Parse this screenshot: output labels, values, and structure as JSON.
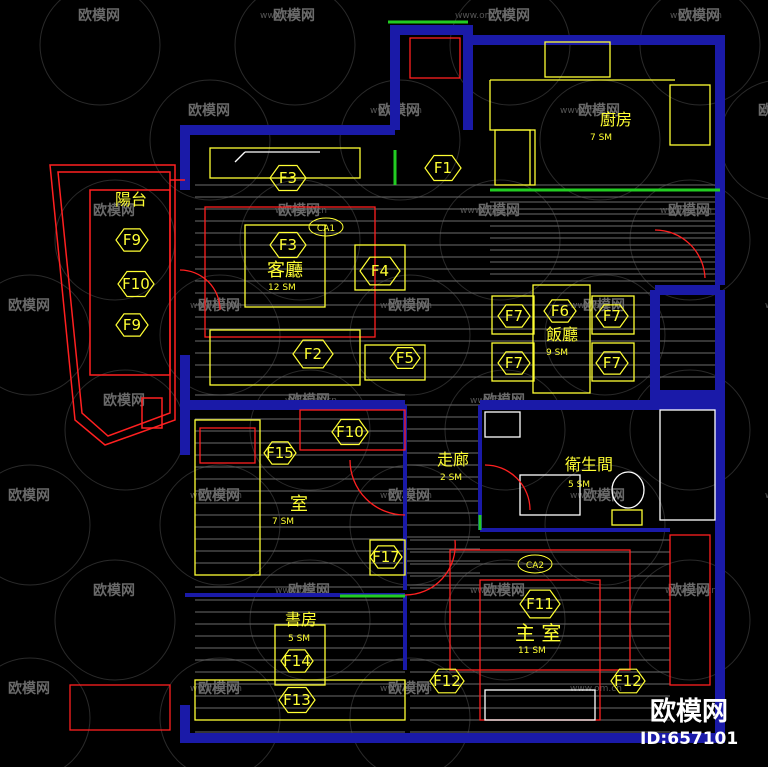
{
  "rooms": {
    "kitchen": {
      "name": "廚房",
      "area": "7 SM"
    },
    "balcony": {
      "name": "陽台"
    },
    "living": {
      "name": "客廳",
      "area": "12 SM"
    },
    "dining": {
      "name": "飯廳",
      "area": "9 SM"
    },
    "corridor": {
      "name": "走廊",
      "area": "2 SM"
    },
    "bathroom": {
      "name": "衛生間",
      "area": "5 SM"
    },
    "bedroom": {
      "name": "室",
      "area": "7 SM"
    },
    "study": {
      "name": "書房",
      "area": "5 SM"
    },
    "master": {
      "name": "主 室",
      "area": "11 SM"
    }
  },
  "furniture_tags": {
    "F1": "F1",
    "F2": "F2",
    "F3a": "F3",
    "F3b": "F3",
    "F4": "F4",
    "F5": "F5",
    "F6": "F6",
    "F7a": "F7",
    "F7b": "F7",
    "F7c": "F7",
    "F7d": "F7",
    "F9a": "F9",
    "F9b": "F9",
    "F10a": "F10",
    "F10b": "F10",
    "F11": "F11",
    "F12a": "F12",
    "F12b": "F12",
    "F13": "F13",
    "F14": "F14",
    "F15": "F15",
    "F17": "F17"
  },
  "ceiling_tags": {
    "CA1": "CA1",
    "CA2": "CA2"
  },
  "watermark": {
    "brand": "欧模网",
    "url": "www.om.cn"
  },
  "stamp": {
    "brand": "欧模网",
    "id": "ID:657101"
  },
  "colors": {
    "wall": "#1a1aa8",
    "line": "#ffff33",
    "red": "#ff2020",
    "green": "#22cc22",
    "white": "#ffffff",
    "gray": "#888888"
  }
}
